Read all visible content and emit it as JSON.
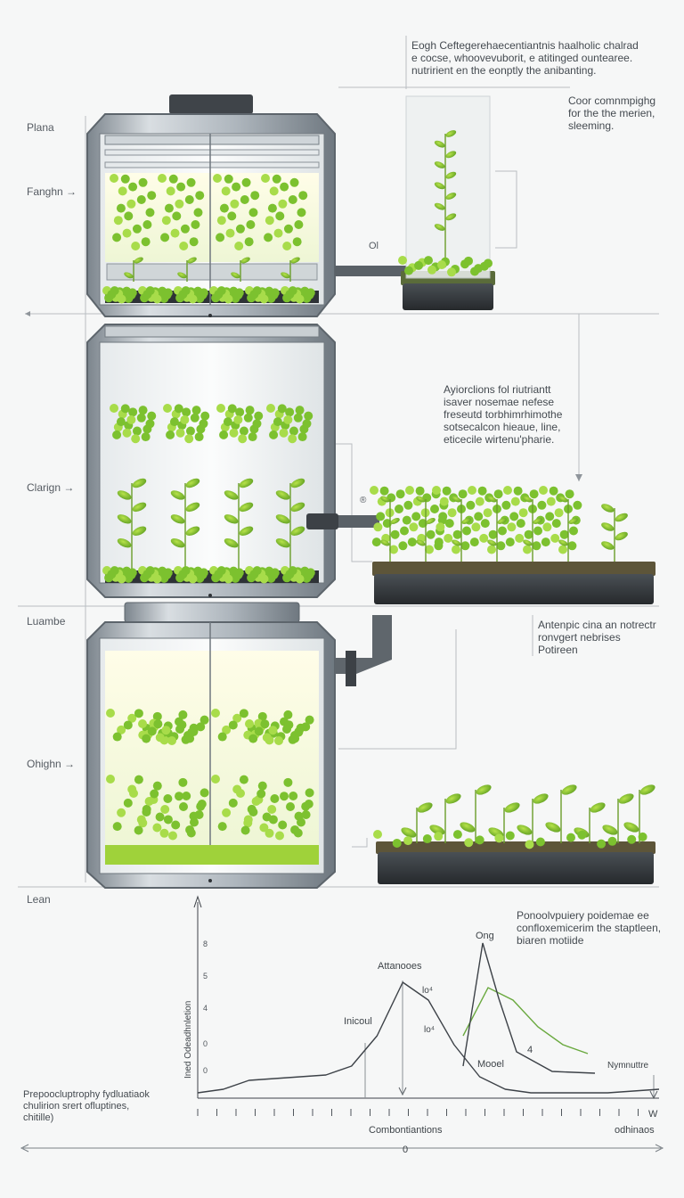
{
  "side_labels": {
    "plane": "Plana",
    "fanghn": "Fanghn",
    "clarign": "Clarign",
    "luambe": "Luambe",
    "ohighn": "Ohighn",
    "lean": "Lean"
  },
  "notes": {
    "top": "Eogh Ceftegerehaecentiantnis haalholic chalrad\ne cocse, whoovevuborit, e atitinged ountearee.\nnutririent en the eonptly the anibanting.",
    "top_right": "Coor comnmpighg\nfor the the merien,\nsleeming.",
    "middle": "Ayiorclions fol riutriantt\nisaver nosemae nefese\nfreseutd torbhimrhimothe\nsotsecalcon hieaue, line,\neticecile wirtenu'pharie.",
    "lower_right": "Antenpic cina an notrectr\nronvgert nebrises\nPotireen",
    "connector_oi": "Ol",
    "connector_small": "®"
  },
  "chart_data": {
    "type": "line",
    "title": "",
    "xlabel": "Combontiantions",
    "xlabel_right": "odhinaos",
    "x_end_label": "W",
    "bottom_label": "0",
    "ylabel": "Ined Odeadhnletion",
    "yticks": [
      "8",
      "5",
      "4",
      "0",
      "0"
    ],
    "xticks_count": 24,
    "annotations": {
      "peak": "Attanooes",
      "inicoul": "Inicoul",
      "lot_1": "lo⁴",
      "lot_2": "lo⁴",
      "ong": "Ong",
      "moeel": "Mooel",
      "four": "4",
      "nymut": "Nymnuttre",
      "paragraph": "Ponoolvpuiery poidemae ee\nconfloxemicerim the staptleen,\nbiaren motiide",
      "left_paragraph": "Prepoocluptrophy fydluatiaok\nchulirion srert ofluptines,\nchitille)"
    },
    "series": [
      {
        "color": "#3d4248",
        "values": [
          0.03,
          0.05,
          0.1,
          0.11,
          0.12,
          0.13,
          0.18,
          0.35,
          0.65,
          0.55,
          0.3,
          0.12,
          0.05,
          0.03,
          0.03,
          0.03,
          0.03,
          0.04,
          0.05
        ]
      },
      {
        "color": "#6aa93f",
        "values": [
          0.35,
          0.62,
          0.55,
          0.4,
          0.3,
          0.25
        ]
      }
    ]
  }
}
